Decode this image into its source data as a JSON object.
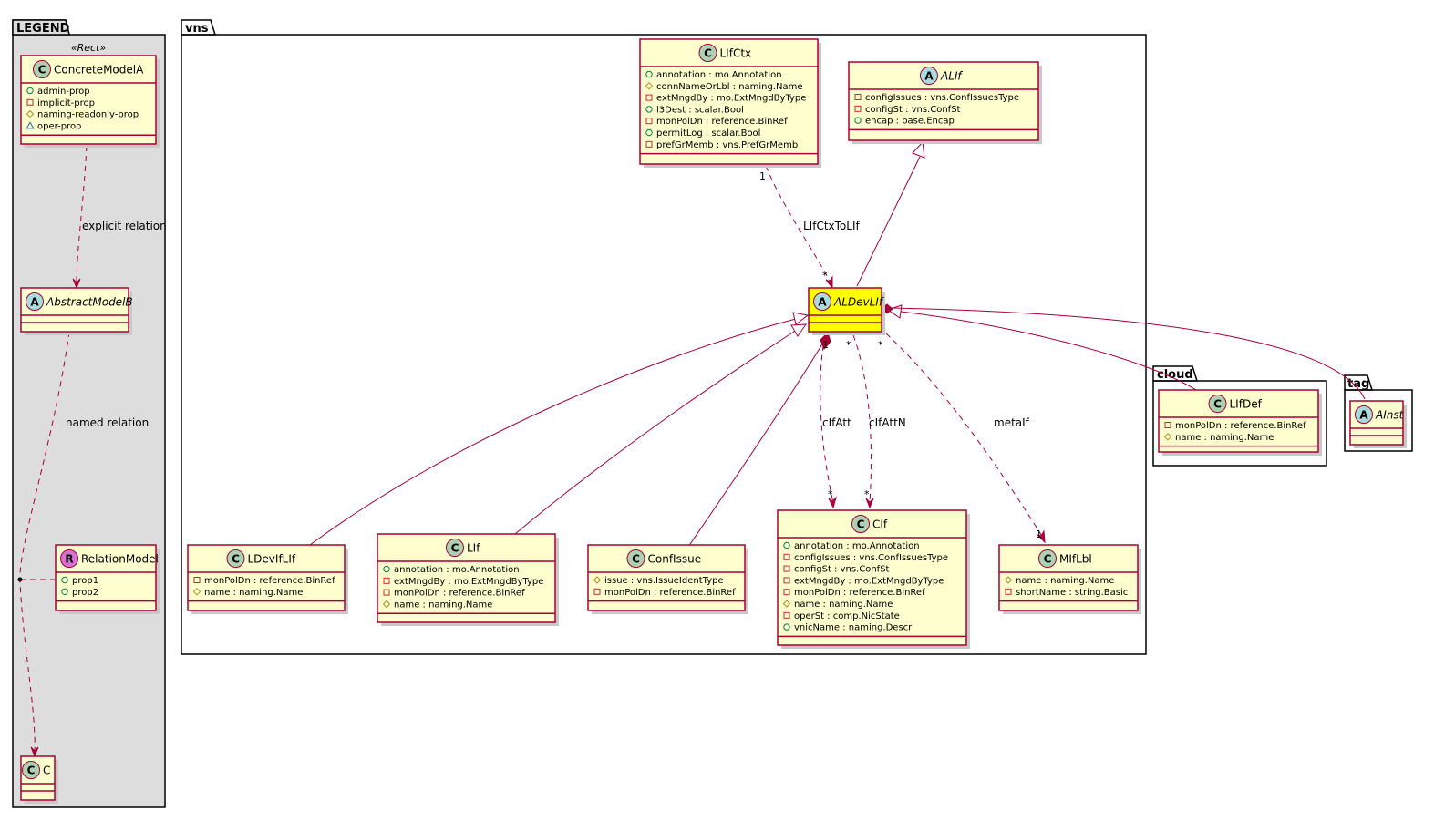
{
  "packages": {
    "legend": "LEGEND",
    "vns": "vns",
    "cloud": "cloud",
    "tag": "tag"
  },
  "colors": {
    "class_fill": "#FEFECE",
    "class_border": "#A80036",
    "highlight_fill": "#FFFF00",
    "legend_bg": "#DDDDDD",
    "class_icon": "#ADD1B2",
    "abstract_icon": "#A9DCDF",
    "relation_icon": "#DA70D6"
  },
  "classes": [
    {
      "id": "ConcreteModelA",
      "name": "ConcreteModelA",
      "kind": "C",
      "stereotype": "«Rect»",
      "attrs": [
        {
          "v": "+",
          "t": "admin-prop"
        },
        {
          "v": "-",
          "t": "implicit-prop"
        },
        {
          "v": "#",
          "t": "naming-readonly-prop"
        },
        {
          "v": "~",
          "t": "oper-prop"
        }
      ]
    },
    {
      "id": "AbstractModelB",
      "name": "AbstractModelB",
      "kind": "A",
      "attrs": []
    },
    {
      "id": "RelationModel",
      "name": "RelationModel",
      "kind": "R",
      "attrs": [
        {
          "v": "+",
          "t": "prop1"
        },
        {
          "v": "+",
          "t": "prop2"
        }
      ]
    },
    {
      "id": "C",
      "name": "C",
      "kind": "C",
      "attrs": []
    },
    {
      "id": "LIfCtx",
      "name": "LIfCtx",
      "kind": "C",
      "attrs": [
        {
          "v": "+",
          "t": "annotation : mo.Annotation"
        },
        {
          "v": "#",
          "t": "connNameOrLbl : naming.Name"
        },
        {
          "v": "-",
          "t": "extMngdBy : mo.ExtMngdByType"
        },
        {
          "v": "+",
          "t": "l3Dest : scalar.Bool"
        },
        {
          "v": "-",
          "t": "monPolDn : reference.BinRef"
        },
        {
          "v": "+",
          "t": "permitLog : scalar.Bool"
        },
        {
          "v": "-",
          "t": "prefGrMemb : vns.PrefGrMemb"
        }
      ]
    },
    {
      "id": "ALIf",
      "name": "ALIf",
      "kind": "A",
      "attrs": [
        {
          "v": "-",
          "t": "configIssues : vns.ConfIssuesType"
        },
        {
          "v": "-",
          "t": "configSt : vns.ConfSt"
        },
        {
          "v": "+",
          "t": "encap : base.Encap"
        }
      ]
    },
    {
      "id": "ALDevLIf",
      "name": "ALDevLIf",
      "kind": "A",
      "attrs": []
    },
    {
      "id": "LDevIfLIf",
      "name": "LDevIfLIf",
      "kind": "C",
      "attrs": [
        {
          "v": "-",
          "t": "monPolDn : reference.BinRef"
        },
        {
          "v": "#",
          "t": "name : naming.Name"
        }
      ]
    },
    {
      "id": "LIf",
      "name": "LIf",
      "kind": "C",
      "attrs": [
        {
          "v": "+",
          "t": "annotation : mo.Annotation"
        },
        {
          "v": "-",
          "t": "extMngdBy : mo.ExtMngdByType"
        },
        {
          "v": "-",
          "t": "monPolDn : reference.BinRef"
        },
        {
          "v": "#",
          "t": "name : naming.Name"
        }
      ]
    },
    {
      "id": "ConfIssue",
      "name": "ConfIssue",
      "kind": "C",
      "attrs": [
        {
          "v": "#",
          "t": "issue : vns.IssueIdentType"
        },
        {
          "v": "-",
          "t": "monPolDn : reference.BinRef"
        }
      ]
    },
    {
      "id": "CIf",
      "name": "CIf",
      "kind": "C",
      "attrs": [
        {
          "v": "+",
          "t": "annotation : mo.Annotation"
        },
        {
          "v": "-",
          "t": "configIssues : vns.ConfIssuesType"
        },
        {
          "v": "-",
          "t": "configSt : vns.ConfSt"
        },
        {
          "v": "-",
          "t": "extMngdBy : mo.ExtMngdByType"
        },
        {
          "v": "-",
          "t": "monPolDn : reference.BinRef"
        },
        {
          "v": "#",
          "t": "name : naming.Name"
        },
        {
          "v": "-",
          "t": "operSt : comp.NicState"
        },
        {
          "v": "+",
          "t": "vnicName : naming.Descr"
        }
      ]
    },
    {
      "id": "MIfLbl",
      "name": "MIfLbl",
      "kind": "C",
      "attrs": [
        {
          "v": "#",
          "t": "name : naming.Name"
        },
        {
          "v": "-",
          "t": "shortName : string.Basic"
        }
      ]
    },
    {
      "id": "LIfDef",
      "name": "LIfDef",
      "kind": "C",
      "attrs": [
        {
          "v": "-",
          "t": "monPolDn : reference.BinRef"
        },
        {
          "v": "#",
          "t": "name : naming.Name"
        }
      ]
    },
    {
      "id": "AInst",
      "name": "AInst",
      "kind": "A",
      "attrs": []
    }
  ],
  "labels": {
    "explicit": "explicit relation",
    "named": "named relation",
    "lifctx_to_lif": "LIfCtxToLIf",
    "cifatt": "cIfAtt",
    "cifattn": "cIfAttN",
    "metaif": "metaIf"
  },
  "multiplicities": {
    "one": "1",
    "many": "*"
  }
}
